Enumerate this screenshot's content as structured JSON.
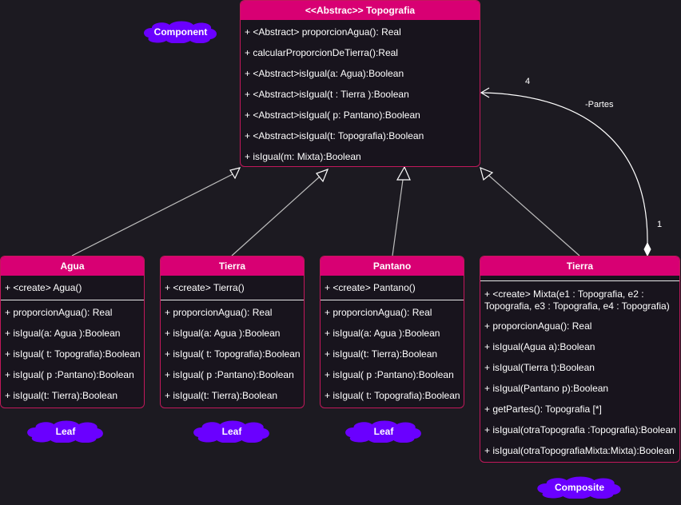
{
  "topografia": {
    "title": "<<Abstrac>> Topografia",
    "members": [
      "+ <Abstract> proporcionAgua(): Real",
      "+ calcularProporcionDeTierra():Real",
      "+ <Abstract>isIgual(a: Agua):Boolean",
      "+ <Abstract>isIgual(t : Tierra ):Boolean",
      "+ <Abstract>isIgual( p: Pantano):Boolean",
      "+ <Abstract>isIgual(t: Topografia):Boolean",
      "+ isIgual(m: Mixta):Boolean"
    ]
  },
  "agua": {
    "title": "Agua",
    "constructor": "+ <create> Agua()",
    "methods": [
      "+ proporcionAgua(): Real",
      "+ isIgual(a: Agua ):Boolean",
      "+ isIgual( t: Topografia):Boolean",
      "+ isIgual( p :Pantano):Boolean",
      "+ isIgual(t: Tierra):Boolean"
    ]
  },
  "tierra": {
    "title": "Tierra",
    "constructor": "+ <create> Tierra()",
    "methods": [
      "+ proporcionAgua(): Real",
      "+ isIgual(a: Agua ):Boolean",
      "+ isIgual( t: Topografia):Boolean",
      "+ isIgual( p :Pantano):Boolean",
      "+ isIgual(t: Tierra):Boolean"
    ]
  },
  "pantano": {
    "title": "Pantano",
    "constructor": "+ <create> Pantano()",
    "methods": [
      "+ proporcionAgua(): Real",
      "+ isIgual(a: Agua ):Boolean",
      "+ isIgual(t: Tierra):Boolean",
      "+ isIgual( p :Pantano):Boolean",
      "+ isIgual( t: Topografia):Boolean"
    ]
  },
  "mixta": {
    "title": "Tierra",
    "members": [
      "+ <create> Mixta(e1 : Topografia, e2 : Topografia, e3 : Topografia, e4 : Topografia)",
      "+ proporcionAgua(): Real",
      "+ isIgual(Agua a):Boolean",
      "+ isIgual(Tierra t):Boolean",
      "+ isIgual(Pantano p):Boolean",
      "+ getPartes(): Topografia [*]",
      "+ isIgual(otraTopografia :Topografia):Boolean",
      "+ isIgual(otraTopografiaMixta:Mixta):Boolean"
    ]
  },
  "notes": {
    "component": "Component",
    "leaf1": "Leaf",
    "leaf2": "Leaf",
    "leaf3": "Leaf",
    "composite": "Composite"
  },
  "association": {
    "role": "-Partes",
    "target_multiplicity": "4",
    "source_multiplicity": "1"
  },
  "colors": {
    "header": "#d80073",
    "border": "#c2185b",
    "note": "#6a00ff",
    "background": "#1c1a21",
    "edge": "#bdbdbd"
  }
}
